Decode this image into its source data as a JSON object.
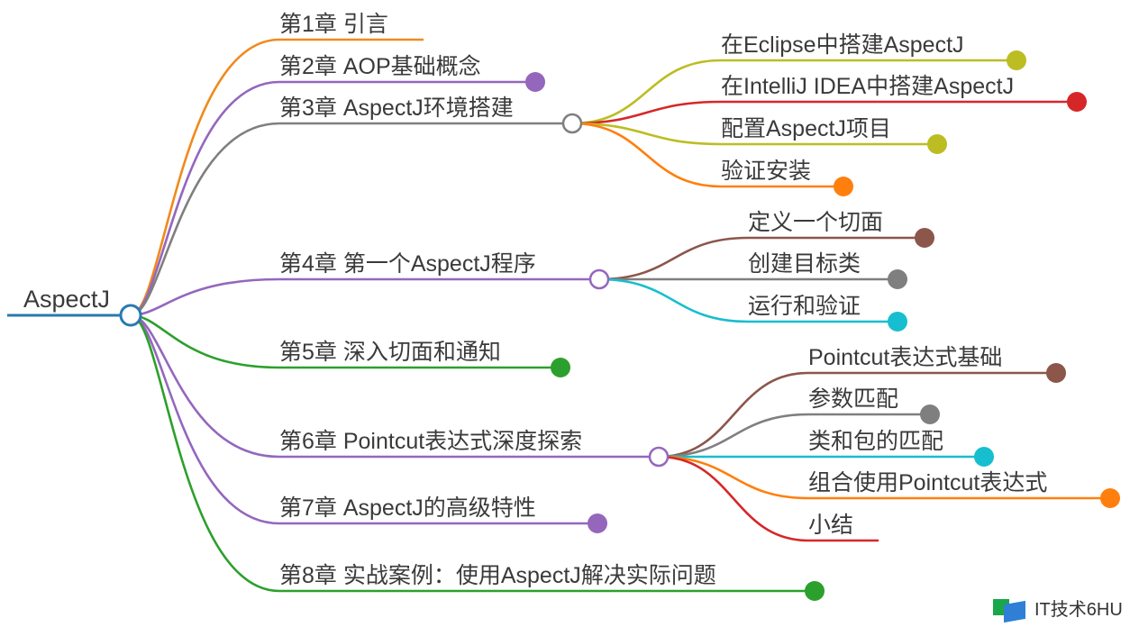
{
  "root": {
    "label": "AspectJ",
    "color": "#2a7ab0"
  },
  "chapters": [
    {
      "label": "第1章 引言",
      "color": "#f08a1c",
      "end": "none",
      "children": []
    },
    {
      "label": "第2章 AOP基础概念",
      "color": "#9467bd",
      "end": "dot",
      "children": []
    },
    {
      "label": "第3章 AspectJ环境搭建",
      "color": "#7f7f7f",
      "end": "hollow",
      "children": [
        {
          "label": "在Eclipse中搭建AspectJ",
          "color": "#bcbd22",
          "end": "dot"
        },
        {
          "label": "在IntelliJ IDEA中搭建AspectJ",
          "color": "#d62728",
          "end": "dot"
        },
        {
          "label": "配置AspectJ项目",
          "color": "#bcbd22",
          "end": "dot"
        },
        {
          "label": "验证安装",
          "color": "#ff7f0e",
          "end": "dot"
        }
      ]
    },
    {
      "label": "第4章 第一个AspectJ程序",
      "color": "#9467bd",
      "end": "hollow",
      "children": [
        {
          "label": "定义一个切面",
          "color": "#8c564b",
          "end": "dot"
        },
        {
          "label": "创建目标类",
          "color": "#7f7f7f",
          "end": "dot"
        },
        {
          "label": "运行和验证",
          "color": "#17becf",
          "end": "dot"
        }
      ]
    },
    {
      "label": "第5章 深入切面和通知",
      "color": "#2ca02c",
      "end": "dot",
      "children": []
    },
    {
      "label": "第6章 Pointcut表达式深度探索",
      "color": "#9467bd",
      "end": "hollow",
      "children": [
        {
          "label": "Pointcut表达式基础",
          "color": "#8c564b",
          "end": "dot"
        },
        {
          "label": "参数匹配",
          "color": "#7f7f7f",
          "end": "dot"
        },
        {
          "label": "类和包的匹配",
          "color": "#17becf",
          "end": "dot"
        },
        {
          "label": "组合使用Pointcut表达式",
          "color": "#ff7f0e",
          "end": "dot"
        },
        {
          "label": "小结",
          "color": "#d62728",
          "end": "none"
        }
      ]
    },
    {
      "label": "第7章 AspectJ的高级特性",
      "color": "#9467bd",
      "end": "dot",
      "children": []
    },
    {
      "label": "第8章 实战案例：使用AspectJ解决实际问题",
      "color": "#2ca02c",
      "end": "dot",
      "children": []
    }
  ],
  "watermark": {
    "text": "IT技术6HU"
  }
}
